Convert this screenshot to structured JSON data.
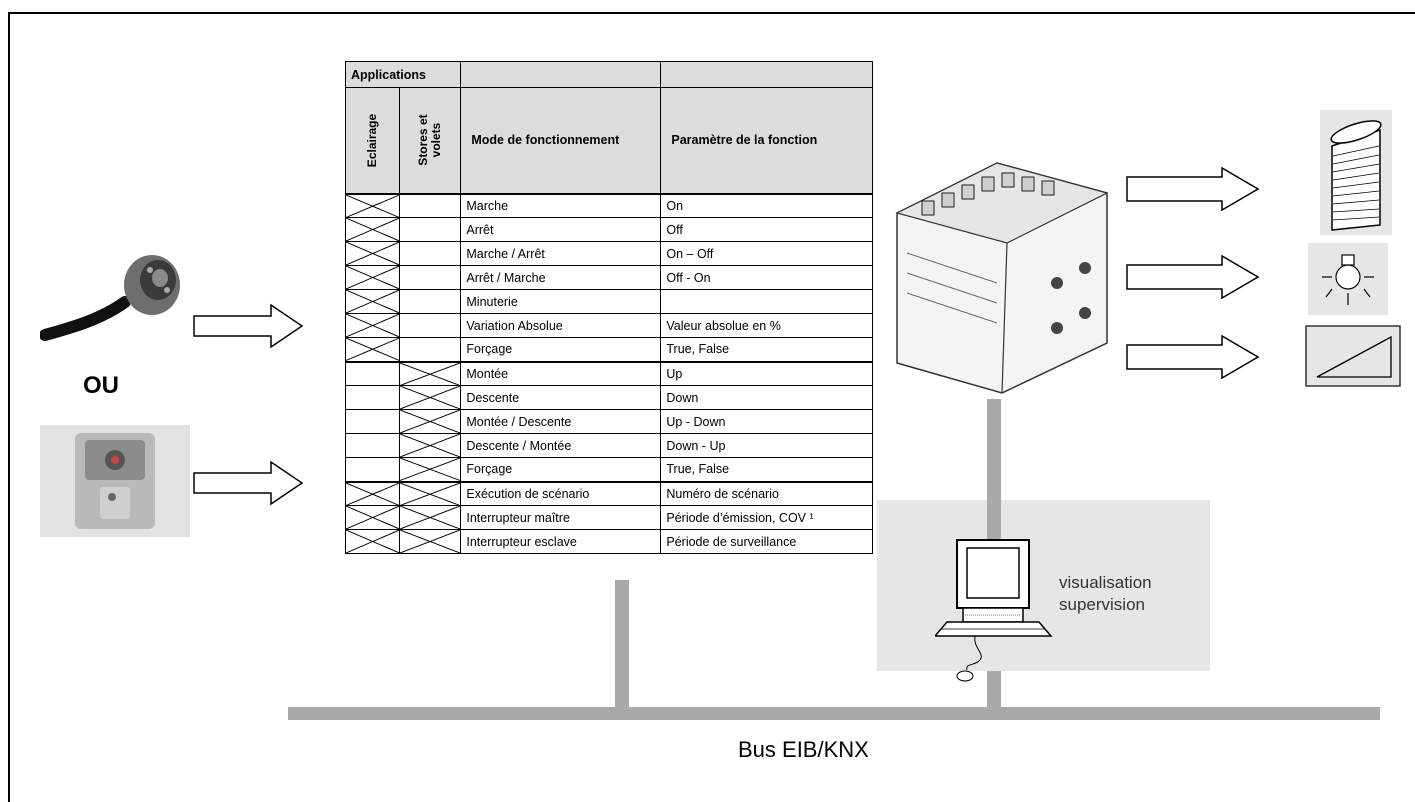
{
  "or_label": "OU",
  "bus_label": "Bus EIB/KNX",
  "visualisation": {
    "line1": "visualisation",
    "line2": "supervision"
  },
  "table": {
    "group_header": "Applications",
    "col_light": "Eclairage",
    "col_blinds": "Stores et volets",
    "col_mode": "Mode de fonctionnement",
    "col_param": "Paramètre de la fonction",
    "rows": [
      {
        "mode": "Marche",
        "param": "On",
        "light": true,
        "blinds": false
      },
      {
        "mode": "Arrêt",
        "param": "Off",
        "light": true,
        "blinds": false
      },
      {
        "mode": "Marche / Arrêt",
        "param": "On – Off",
        "light": true,
        "blinds": false
      },
      {
        "mode": "Arrêt / Marche",
        "param": "Off - On",
        "light": true,
        "blinds": false
      },
      {
        "mode": "Minuterie",
        "param": "",
        "light": true,
        "blinds": false
      },
      {
        "mode": "Variation Absolue",
        "param": "Valeur absolue en %",
        "light": true,
        "blinds": false
      },
      {
        "mode": "Forçage",
        "param": "True, False",
        "light": true,
        "blinds": false
      },
      {
        "mode": "Montée",
        "param": "Up",
        "light": false,
        "blinds": true
      },
      {
        "mode": "Descente",
        "param": "Down",
        "light": false,
        "blinds": true
      },
      {
        "mode": "Montée / Descente",
        "param": "Up - Down",
        "light": false,
        "blinds": true
      },
      {
        "mode": "Descente / Montée",
        "param": "Down - Up",
        "light": false,
        "blinds": true
      },
      {
        "mode": "Forçage",
        "param": "True, False",
        "light": false,
        "blinds": true
      },
      {
        "mode": "Exécution de scénario",
        "param": "Numéro de scénario",
        "light": true,
        "blinds": true
      },
      {
        "mode": "Interrupteur maître",
        "param": "Période d’émission, COV ¹",
        "light": true,
        "blinds": true
      },
      {
        "mode": "Interrupteur esclave",
        "param": "Période de surveillance",
        "light": true,
        "blinds": true
      }
    ]
  }
}
